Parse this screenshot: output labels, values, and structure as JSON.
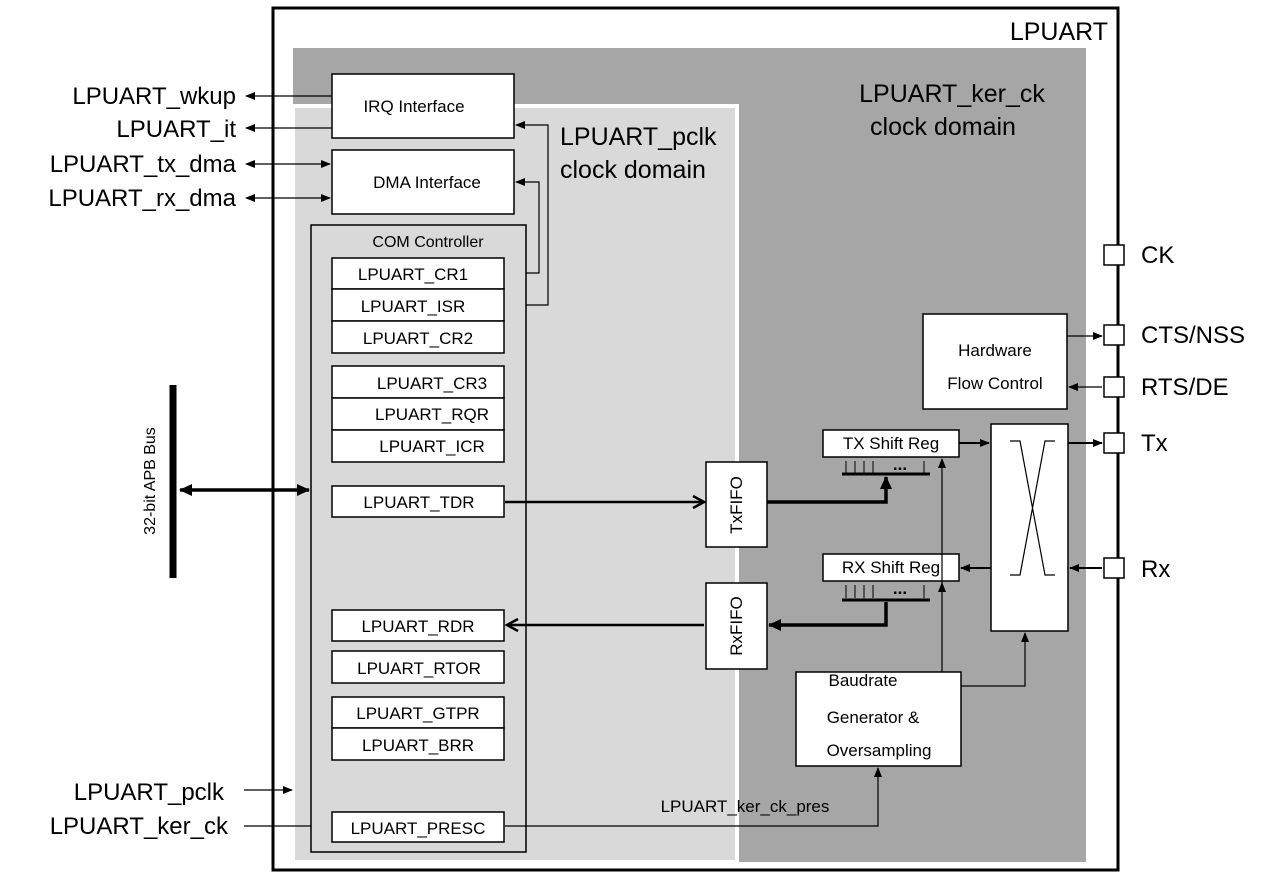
{
  "title": "LPUART",
  "domains": {
    "ker_line1": "LPUART_ker_ck",
    "ker_line2": "clock domain",
    "pclk_line1": "LPUART_pclk",
    "pclk_line2": "clock domain"
  },
  "external_signals": {
    "wkup": "LPUART_wkup",
    "it": "LPUART_it",
    "tx_dma": "LPUART_tx_dma",
    "rx_dma": "LPUART_rx_dma",
    "pclk": "LPUART_pclk",
    "ker_ck": "LPUART_ker_ck"
  },
  "bus_label": "32-bit APB Bus",
  "irq_interface": "IRQ Interface",
  "dma_interface": "DMA Interface",
  "com_controller": "COM Controller",
  "registers": {
    "cr1": "LPUART_CR1",
    "isr": "LPUART_ISR",
    "cr2": "LPUART_CR2",
    "cr3": "LPUART_CR3",
    "rqr": "LPUART_RQR",
    "icr": "LPUART_ICR",
    "tdr": "LPUART_TDR",
    "rdr": "LPUART_RDR",
    "rtor": "LPUART_RTOR",
    "gtpr": "LPUART_GTPR",
    "brr": "LPUART_BRR",
    "presc": "LPUART_PRESC"
  },
  "fifos": {
    "tx": "TxFIFO",
    "rx": "RxFIFO"
  },
  "shift_regs": {
    "tx": "TX Shift Reg",
    "rx": "RX Shift Reg",
    "dots": "..."
  },
  "hw_flow": {
    "line1": "Hardware",
    "line2": "Flow Control"
  },
  "baud": {
    "line1": "Baudrate",
    "line2": "Generator &",
    "line3": "Oversampling"
  },
  "ker_ck_pres": "LPUART_ker_ck_pres",
  "pins": {
    "ck": "CK",
    "cts": "CTS/NSS",
    "rts": "RTS/DE",
    "tx": "Tx",
    "rx": "Rx"
  },
  "colors": {
    "ker_domain_fill": "#a6a6a6",
    "pclk_domain_fill": "#d9d9d9",
    "box_fill": "#ffffff",
    "line": "#000000"
  }
}
